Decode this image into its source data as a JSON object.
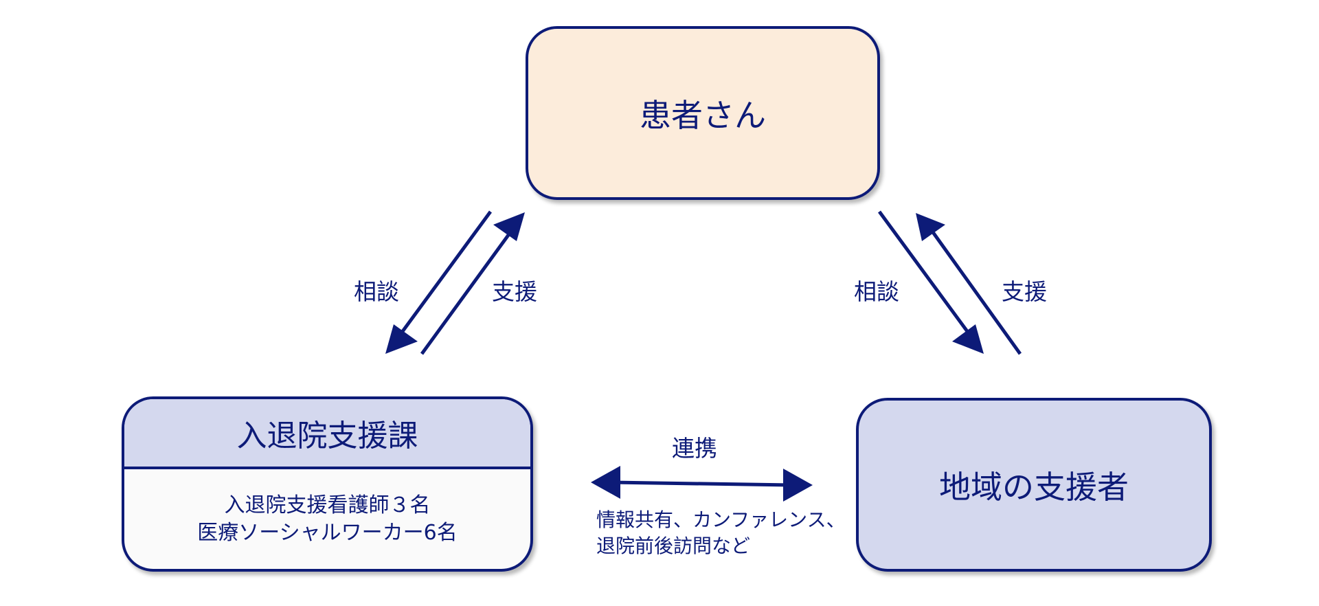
{
  "patient_box": {
    "label": "患者さん",
    "fill": "#fcecdb"
  },
  "dept_box": {
    "title": "入退院支援課",
    "staff_lines": [
      "入退院支援看護師３名",
      "医療ソーシャルワーカー6名"
    ],
    "header_fill": "#d4d8ee",
    "body_fill": "#fafafa"
  },
  "community_box": {
    "label": "地域の支援者",
    "fill": "#d4d8ee"
  },
  "left_link": {
    "down_label": "相談",
    "up_label": "支援"
  },
  "right_link": {
    "down_label": "相談",
    "up_label": "支援"
  },
  "bottom_link": {
    "label": "連携",
    "note_lines": [
      "情報共有、カンファレンス、",
      "退院前後訪問など"
    ]
  },
  "colors": {
    "stroke": "#0d1b78",
    "text": "#0d1b78"
  }
}
